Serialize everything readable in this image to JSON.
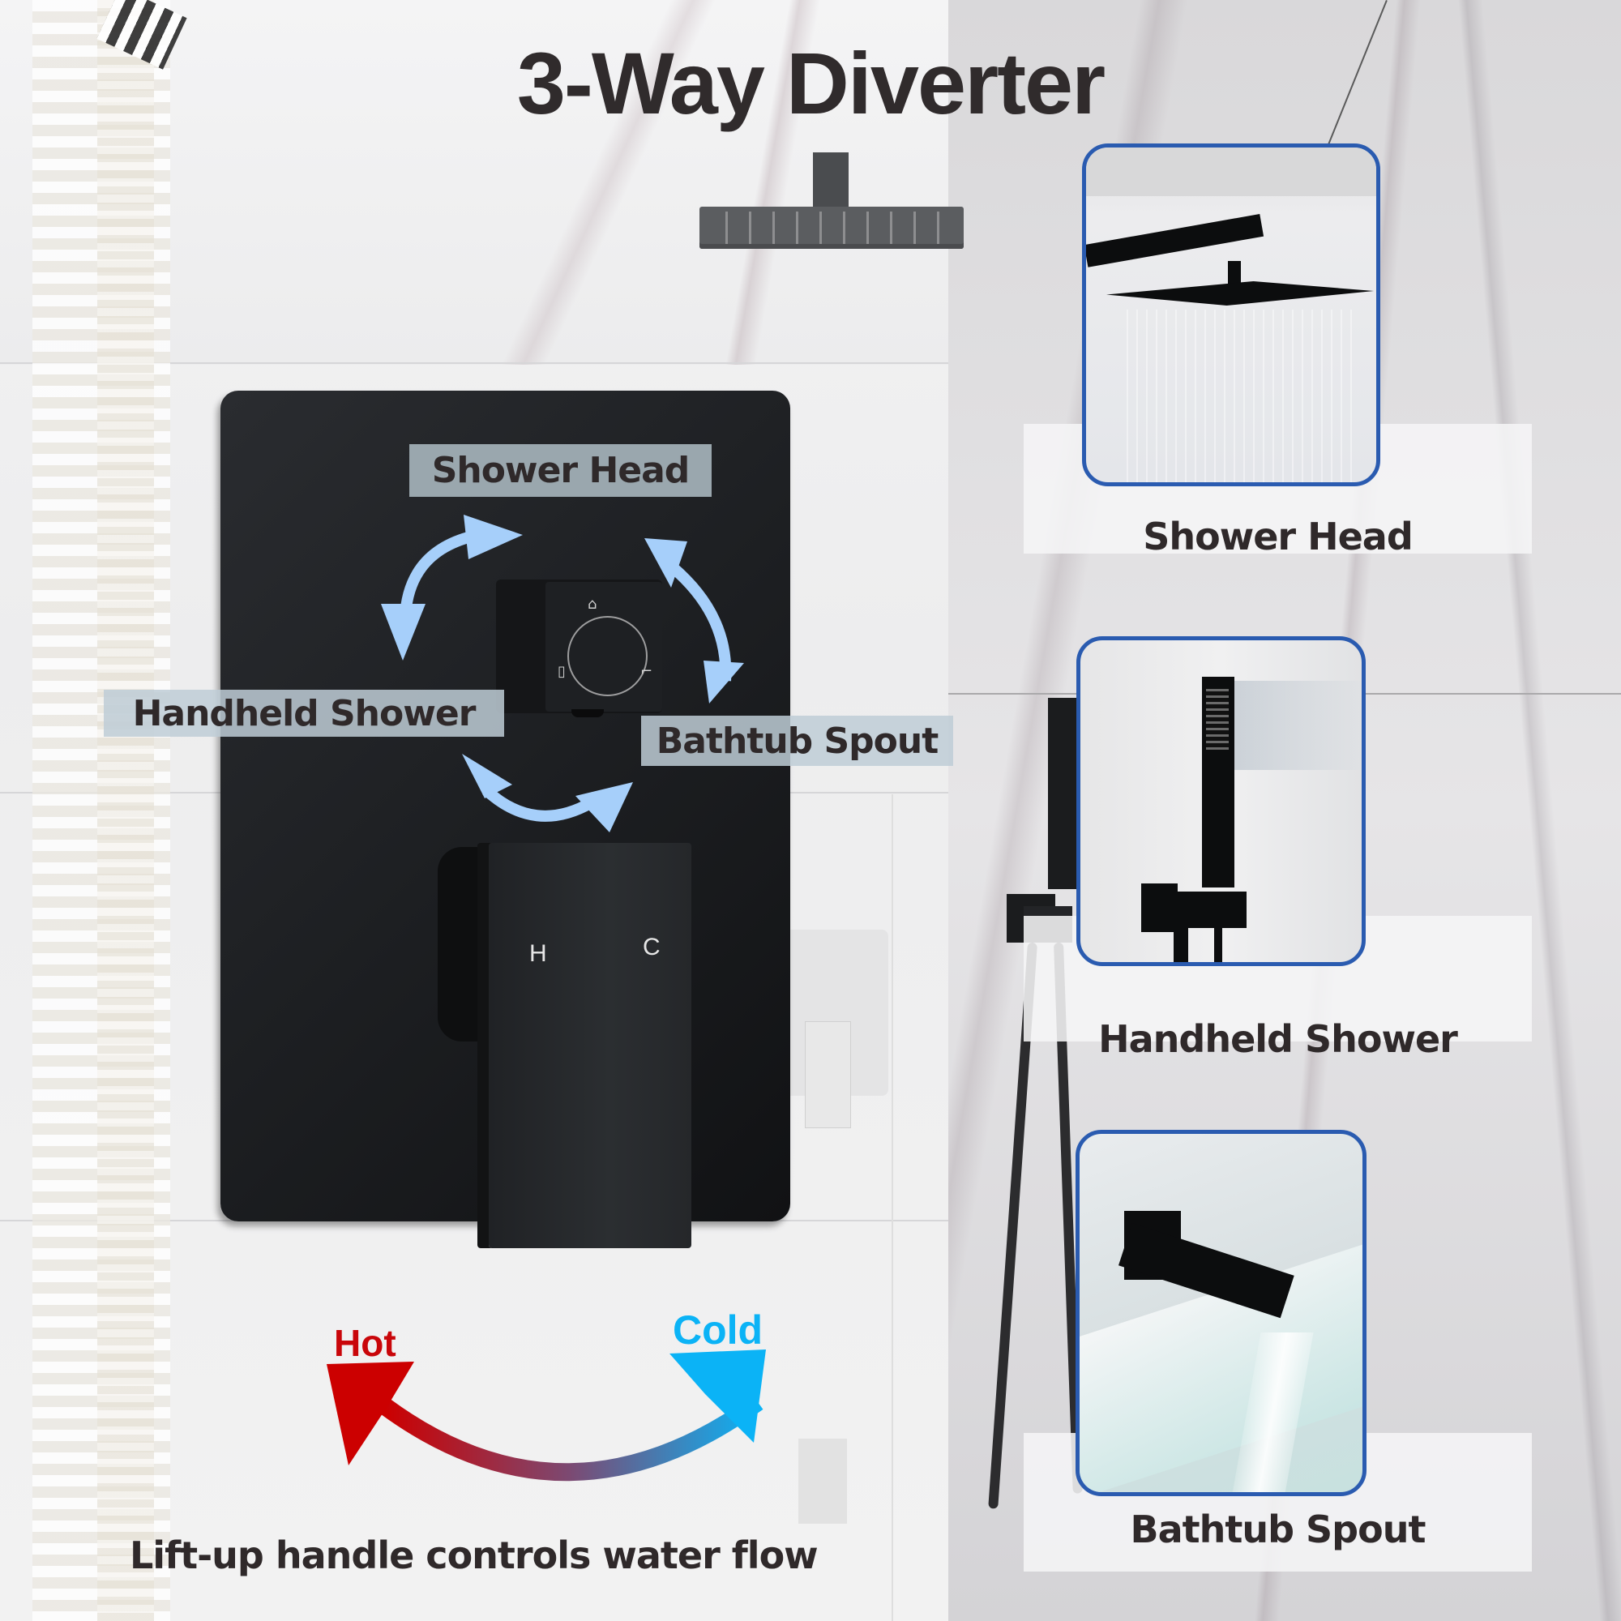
{
  "title": "3-Way Diverter",
  "valve": {
    "labels": {
      "shower_head": "Shower Head",
      "handheld_shower": "Handheld Shower",
      "bathtub_spout": "Bathtub Spout"
    },
    "handle_marks": {
      "hot": "H",
      "cold": "C"
    },
    "temperature": {
      "hot_label": "Hot",
      "cold_label": "Cold",
      "hot_color": "#c9060a",
      "cold_color": "#0bb3f6"
    },
    "arrow_color": "#a6cffa",
    "caption": "Lift-up handle controls water flow"
  },
  "cards": [
    {
      "caption": "Shower Head",
      "image": "rain-shower-head-photo"
    },
    {
      "caption": "Handheld Shower",
      "image": "handheld-shower-photo"
    },
    {
      "caption": "Bathtub Spout",
      "image": "bathtub-spout-photo"
    }
  ],
  "colors": {
    "card_border": "#2a5bb0",
    "label_bg": "#9aa7ae",
    "text_dark": "#2f292a"
  }
}
